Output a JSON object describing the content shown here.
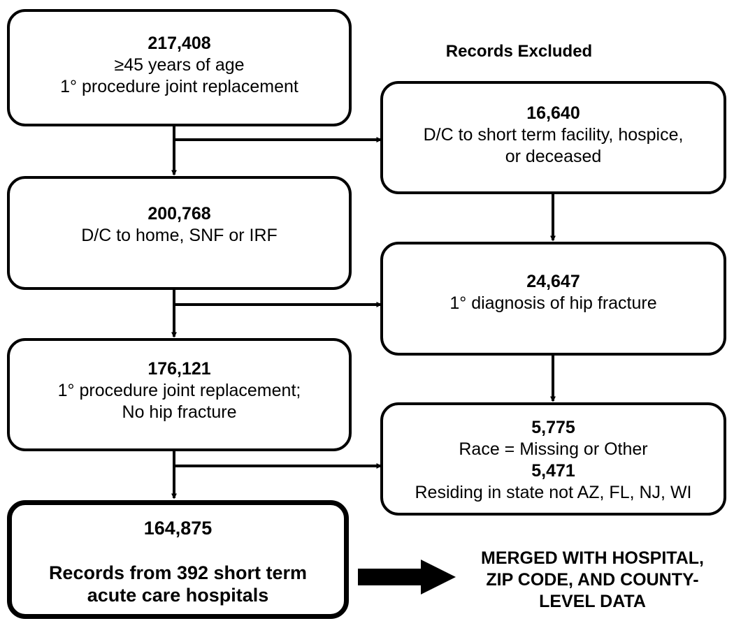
{
  "header": {
    "excluded_title": "Records Excluded"
  },
  "flow": [
    {
      "count": "217,408",
      "lines": [
        "≥45 years of age",
        "1° procedure joint replacement"
      ]
    },
    {
      "count": "200,768",
      "lines": [
        "D/C to home, SNF or IRF"
      ]
    },
    {
      "count": "176,121",
      "lines": [
        "1° procedure joint replacement;",
        "No hip fracture"
      ]
    },
    {
      "count": "164,875",
      "lines": [
        "Records from 392 short term",
        "acute care hospitals"
      ]
    }
  ],
  "excluded": [
    {
      "count": "16,640",
      "lines": [
        "D/C to short term facility, hospice,",
        "or deceased"
      ]
    },
    {
      "count": "24,647",
      "lines": [
        "1° diagnosis of hip fracture"
      ]
    },
    {
      "count_a": "5,775",
      "line_a": "Race = Missing or Other",
      "count_b": "5,471",
      "line_b": "Residing in state not AZ, FL, NJ, WI"
    }
  ],
  "merged": {
    "lines": [
      "MERGED WITH HOSPITAL,",
      "ZIP CODE, AND COUNTY-",
      "LEVEL DATA"
    ]
  }
}
